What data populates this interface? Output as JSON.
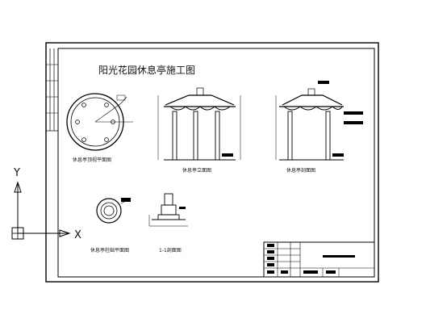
{
  "sheet": {
    "title": "阳光花园休息亭施工图"
  },
  "views": {
    "plan_caption": "休息亭顶视平面图",
    "front_caption": "休息亭立面图",
    "side_caption": "休息亭剖面图",
    "base_plan_caption": "休息亭柱础平面图",
    "section_caption": "1-1剖面图"
  },
  "ucs": {
    "y_label": "Y",
    "x_label": "X"
  },
  "colors": {
    "line": "#000000",
    "background": "#ffffff"
  }
}
